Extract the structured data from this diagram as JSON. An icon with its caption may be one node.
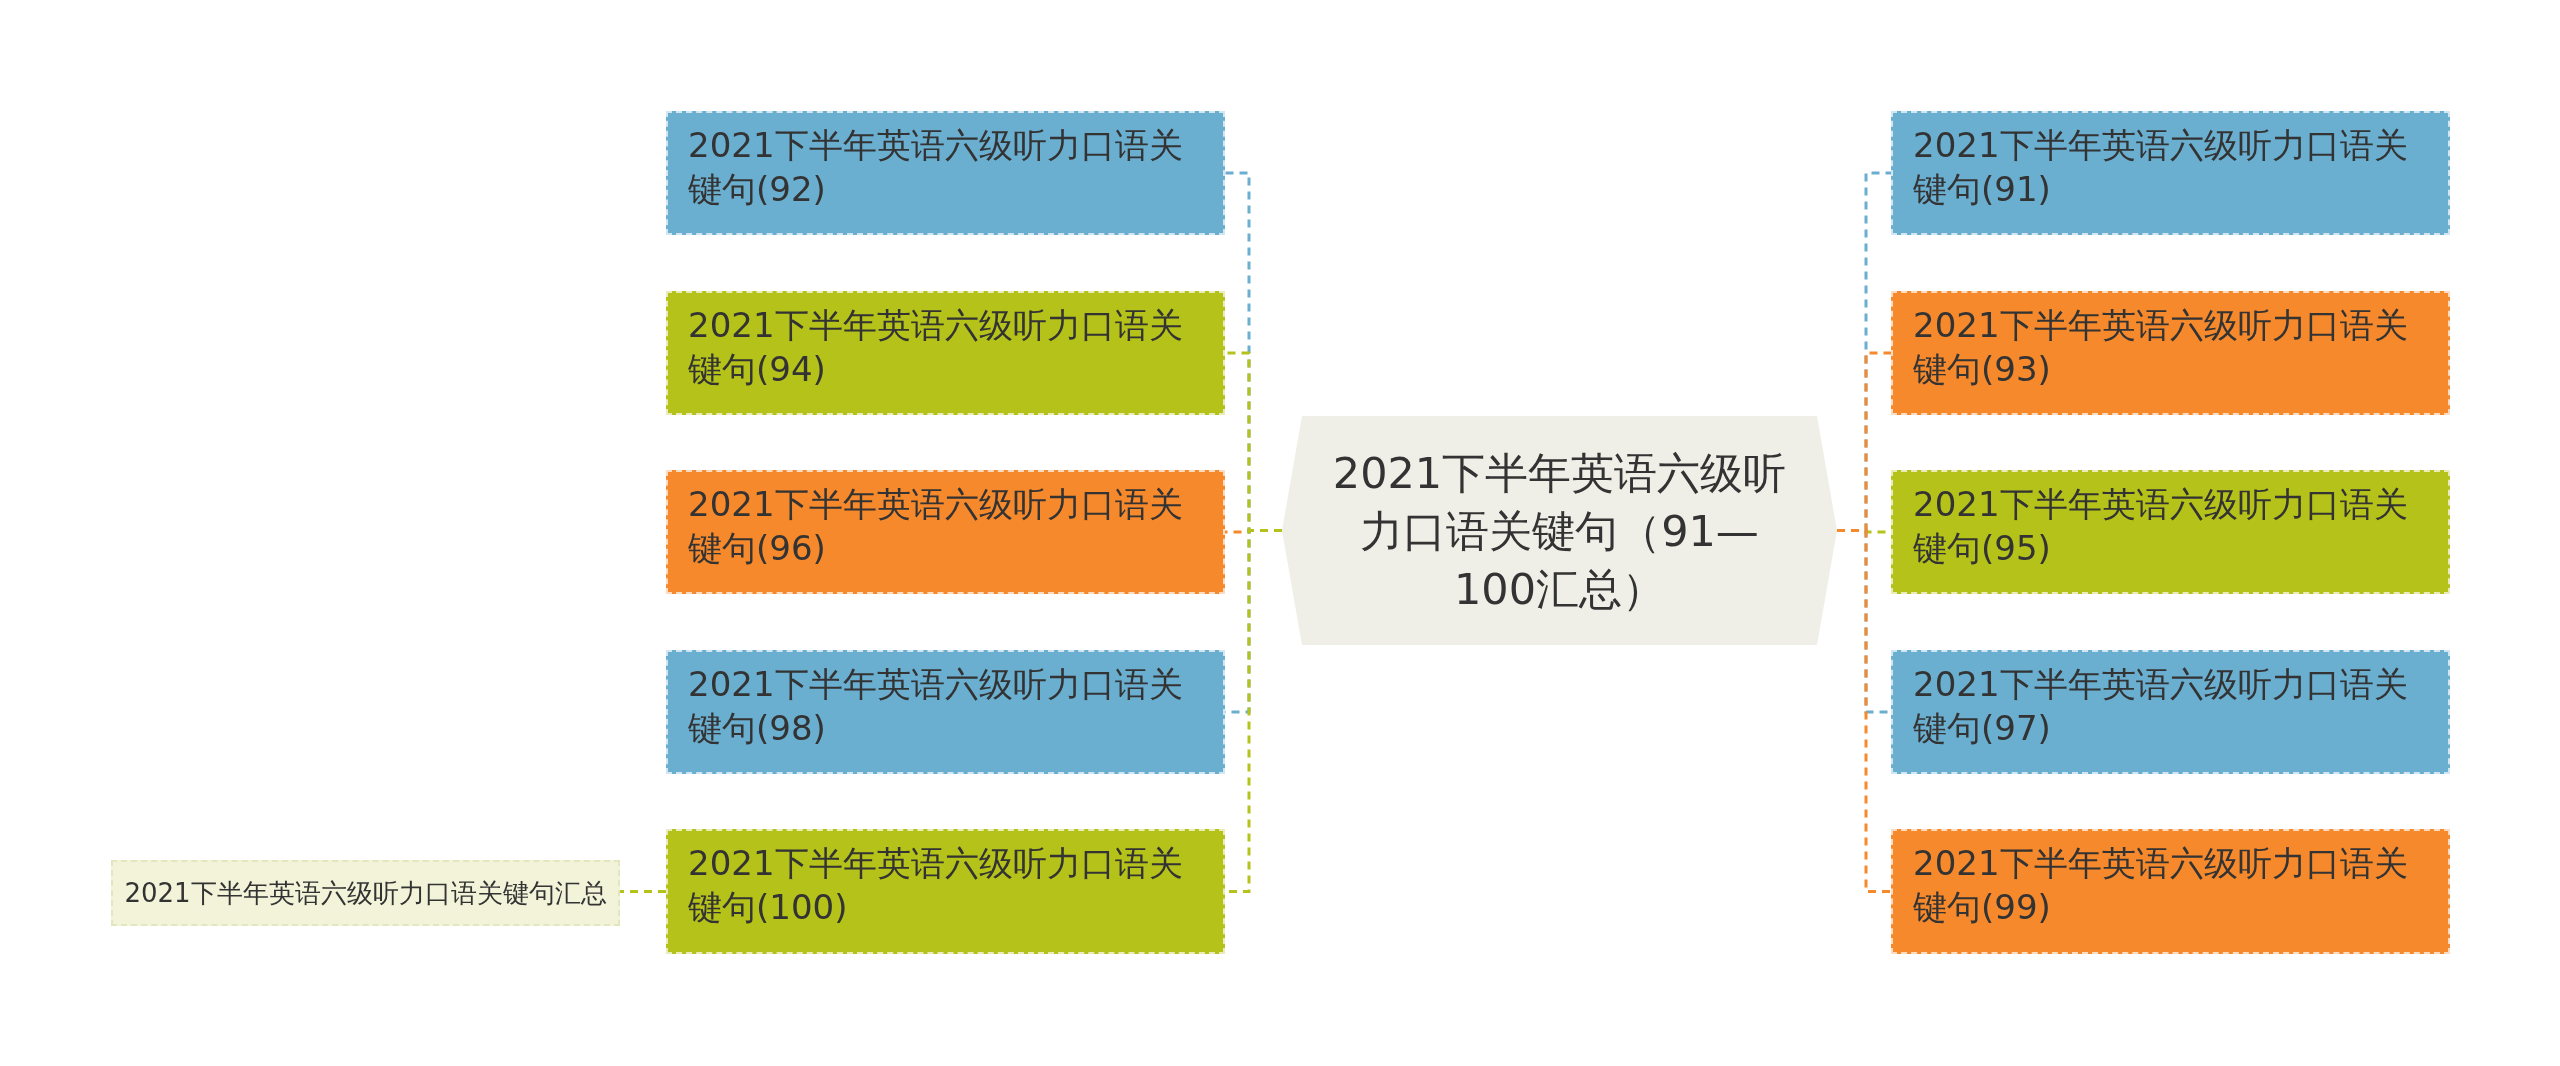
{
  "diagram": {
    "nodes": [
      {
        "text": [
          "2021下半年英语六级听力口语关键句（91—100汇总）"
        ]
      },
      {
        "text": [
          "2021下半年英语六级听力口语关键句(92)"
        ]
      },
      {
        "text": [
          "2021下半年英语六级听力口语关键句(94)"
        ]
      },
      {
        "text": [
          "2021下半年英语六级听力口语关键句(96)"
        ]
      },
      {
        "text": [
          "2021下半年英语六级听力口语关键句(98)"
        ]
      },
      {
        "text": [
          "2021下半年英语六级听力口语关键句(100)"
        ]
      },
      {
        "text": [
          "2021下半年英语六级听力口语关键句(91)"
        ]
      },
      {
        "text": [
          "2021下半年英语六级听力口语关键句(93)"
        ]
      },
      {
        "text": [
          "2021下半年英语六级听力口语关键句(95)"
        ]
      },
      {
        "text": [
          "2021下半年英语六级听力口语关键句(97)"
        ]
      },
      {
        "text": [
          "2021下半年英语六级听力口语关键句(99)"
        ]
      },
      {
        "text": [
          "2021下半年英语六级听力口语关键句汇总"
        ]
      }
    ],
    "edges": [
      {
        "from": 0,
        "to": 1,
        "arrow": "none",
        "style": "dashed",
        "color": "#6aaed0"
      },
      {
        "from": 0,
        "to": 2,
        "arrow": "none",
        "style": "dashed",
        "color": "#b5c219"
      },
      {
        "from": 0,
        "to": 3,
        "arrow": "none",
        "style": "dashed",
        "color": "#f5892c"
      },
      {
        "from": 0,
        "to": 4,
        "arrow": "none",
        "style": "dashed",
        "color": "#6aaed0"
      },
      {
        "from": 0,
        "to": 5,
        "arrow": "none",
        "style": "dashed",
        "color": "#b5c219"
      },
      {
        "from": 0,
        "to": 6,
        "arrow": "none",
        "style": "dashed",
        "color": "#6aaed0"
      },
      {
        "from": 0,
        "to": 7,
        "arrow": "none",
        "style": "dashed",
        "color": "#f5892c"
      },
      {
        "from": 0,
        "to": 8,
        "arrow": "none",
        "style": "dashed",
        "color": "#b5c219"
      },
      {
        "from": 0,
        "to": 9,
        "arrow": "none",
        "style": "dashed",
        "color": "#6aaed0"
      },
      {
        "from": 0,
        "to": 10,
        "arrow": "none",
        "style": "dashed",
        "color": "#f5892c"
      },
      {
        "from": 5,
        "to": 11,
        "arrow": "none",
        "style": "dashed",
        "color": "#b5c219"
      }
    ]
  }
}
